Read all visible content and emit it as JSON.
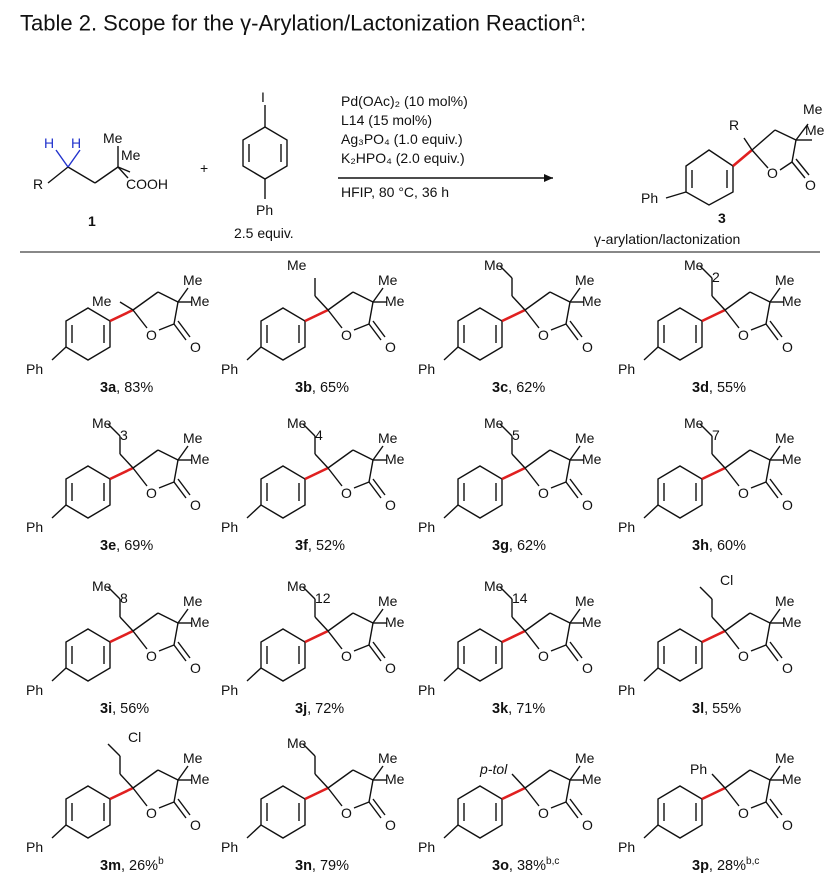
{
  "title": {
    "text": "Table 2. Scope for the γ-Arylation/Lactonization Reaction",
    "sup": "a",
    "suffix": ":"
  },
  "scheme": {
    "substrate": {
      "h1": "H",
      "h2": "H",
      "me1": "Me",
      "me2": "Me",
      "r": "R",
      "cooh": "COOH",
      "label": "1"
    },
    "plus": "+",
    "reagent": {
      "iodo": "I",
      "ph": "Ph",
      "equiv": "2.5 equiv."
    },
    "conditions": [
      "Pd(OAc)₂ (10 mol%)",
      "L14 (15 mol%)",
      "Ag₃PO₄ (1.0 equiv.)",
      "K₂HPO₄ (2.0 equiv.)"
    ],
    "conditions_below": "HFIP, 80 °C, 36 h",
    "product": {
      "r": "R",
      "me1": "Me",
      "me2": "Me",
      "ph": "Ph",
      "o_ring": "O",
      "o_carbonyl": "O",
      "label": "3",
      "caption": "γ-arylation/lactonization"
    }
  },
  "common": {
    "ph": "Ph",
    "me": "Me",
    "o": "O"
  },
  "entries": [
    {
      "id": "3a",
      "yield": ", 83%",
      "sub": "Me",
      "chain": "",
      "notes": ""
    },
    {
      "id": "3b",
      "yield": ", 65%",
      "sub": "Me",
      "chain": "",
      "notes": ""
    },
    {
      "id": "3c",
      "yield": ", 62%",
      "sub": "Me",
      "chain": "",
      "notes": ""
    },
    {
      "id": "3d",
      "yield": ", 55%",
      "sub": "Me",
      "chain": "2",
      "notes": ""
    },
    {
      "id": "3e",
      "yield": ", 69%",
      "sub": "Me",
      "chain": "3",
      "notes": ""
    },
    {
      "id": "3f",
      "yield": ", 52%",
      "sub": "Me",
      "chain": "4",
      "notes": ""
    },
    {
      "id": "3g",
      "yield": ", 62%",
      "sub": "Me",
      "chain": "5",
      "notes": ""
    },
    {
      "id": "3h",
      "yield": ", 60%",
      "sub": "Me",
      "chain": "7",
      "notes": ""
    },
    {
      "id": "3i",
      "yield": ", 56%",
      "sub": "Me",
      "chain": "8",
      "notes": ""
    },
    {
      "id": "3j",
      "yield": ", 72%",
      "sub": "Me",
      "chain": "12",
      "notes": ""
    },
    {
      "id": "3k",
      "yield": ", 71%",
      "sub": "Me",
      "chain": "14",
      "notes": ""
    },
    {
      "id": "3l",
      "yield": ", 55%",
      "sub": "Cl",
      "chain": "",
      "notes": ""
    },
    {
      "id": "3m",
      "yield": ", 26%",
      "sub": "Cl",
      "chain": "",
      "notes": "b"
    },
    {
      "id": "3n",
      "yield": ", 79%",
      "sub": "Me",
      "chain": "",
      "notes": ""
    },
    {
      "id": "3o",
      "yield": ", 38%",
      "sub": "p-tol",
      "chain": "",
      "notes": "b,c"
    },
    {
      "id": "3p",
      "yield": ", 28%",
      "sub": "Ph",
      "chain": "",
      "notes": "b,c"
    }
  ]
}
